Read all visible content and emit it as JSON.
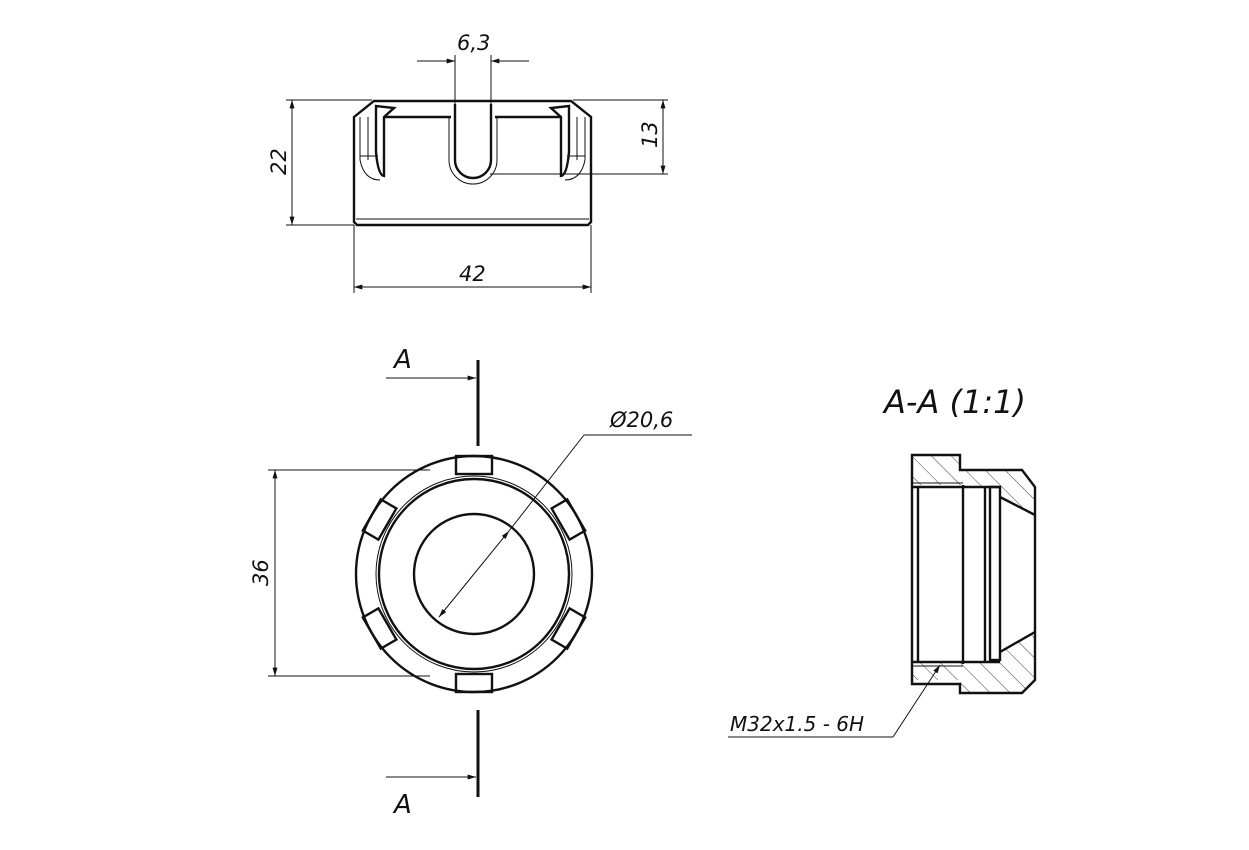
{
  "drawing": {
    "front_view": {
      "slot_width": "6,3",
      "height": "22",
      "slot_depth": "13",
      "width": "42"
    },
    "top_view": {
      "section_mark_top": "A",
      "section_mark_bottom": "A",
      "bore_diameter": "Ø20,6",
      "outer_dimension": "36"
    },
    "section_view": {
      "title": "A-A (1:1)",
      "thread_callout": "M32x1.5 - 6H"
    },
    "colors": {
      "line": "#111111",
      "background": "#ffffff"
    }
  }
}
